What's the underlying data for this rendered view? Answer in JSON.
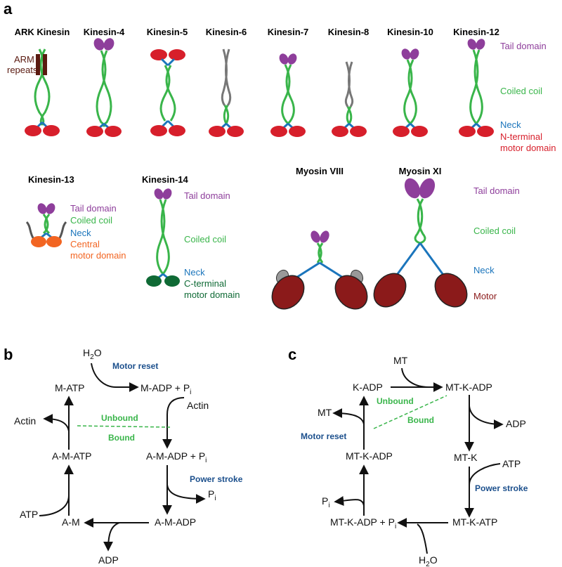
{
  "colors": {
    "tail": "#8e3e9b",
    "coil": "#39b54a",
    "neck": "#1b75bc",
    "motor_red": "#d71f2b",
    "motor_orange": "#f26522",
    "motor_dkgreen": "#0f6a35",
    "myosin_motor": "#8b1a1a",
    "grey": "#888888",
    "arm": "#5a1a10",
    "step_blue": "#1b4f8c",
    "step_green": "#39b54a"
  },
  "panel_a": {
    "label": "a",
    "row1_names": [
      "ARK Kinesin",
      "Kinesin-4",
      "Kinesin-5",
      "Kinesin-6",
      "Kinesin-7",
      "Kinesin-8",
      "Kinesin-10",
      "Kinesin-12"
    ],
    "arm_label_1": "ARM",
    "arm_label_2": "repeats",
    "row1_legend": {
      "tail": "Tail domain",
      "coil": "Coiled coil",
      "neck": "Neck",
      "motor_1": "N-terminal",
      "motor_2": "motor domain"
    },
    "k13": {
      "name": "Kinesin-13",
      "tail": "Tail domain",
      "coil": "Coiled coil",
      "neck": "Neck",
      "motor_1": "Central",
      "motor_2": "motor domain"
    },
    "k14": {
      "name": "Kinesin-14",
      "tail": "Tail domain",
      "coil": "Coiled coil",
      "neck": "Neck",
      "motor_1": "C-terminal",
      "motor_2": "motor domain"
    },
    "myosin8": {
      "name": "Myosin VIII"
    },
    "myosin11": {
      "name": "Myosin XI"
    },
    "myosin_legend": {
      "tail": "Tail domain",
      "coil": "Coiled coil",
      "neck": "Neck",
      "motor": "Motor"
    }
  },
  "panel_b": {
    "label": "b",
    "h2o": "H",
    "h2o_sub": "2",
    "h2o_end": "O",
    "m_atp": "M-ATP",
    "m_adp_pi": "M-ADP + P",
    "pi_sub": "i",
    "actin_in": "Actin",
    "actin_out": "Actin",
    "a_m_atp": "A-M-ATP",
    "a_m_adp_pi": "A-M-ADP + P",
    "pi_out": "P",
    "a_m_adp": "A-M-ADP",
    "a_m": "A-M",
    "atp": "ATP",
    "adp": "ADP",
    "motor_reset": "Motor reset",
    "power_stroke": "Power stroke",
    "unbound": "Unbound",
    "bound": "Bound"
  },
  "panel_c": {
    "label": "c",
    "mt_in": "MT",
    "k_adp": "K-ADP",
    "mt_k_adp_top": "MT-K-ADP",
    "mt_out": "MT",
    "adp_out": "ADP",
    "mt_k": "MT-K",
    "atp_in": "ATP",
    "mt_k_adp_mid": "MT-K-ADP",
    "pi_out": "P",
    "pi_sub": "i",
    "mt_k_adp_pi": "MT-K-ADP + P",
    "mt_k_atp": "MT-K-ATP",
    "h2o": "H",
    "h2o_sub": "2",
    "h2o_end": "O",
    "motor_reset": "Motor reset",
    "power_stroke": "Power stroke",
    "unbound": "Unbound",
    "bound": "Bound"
  }
}
